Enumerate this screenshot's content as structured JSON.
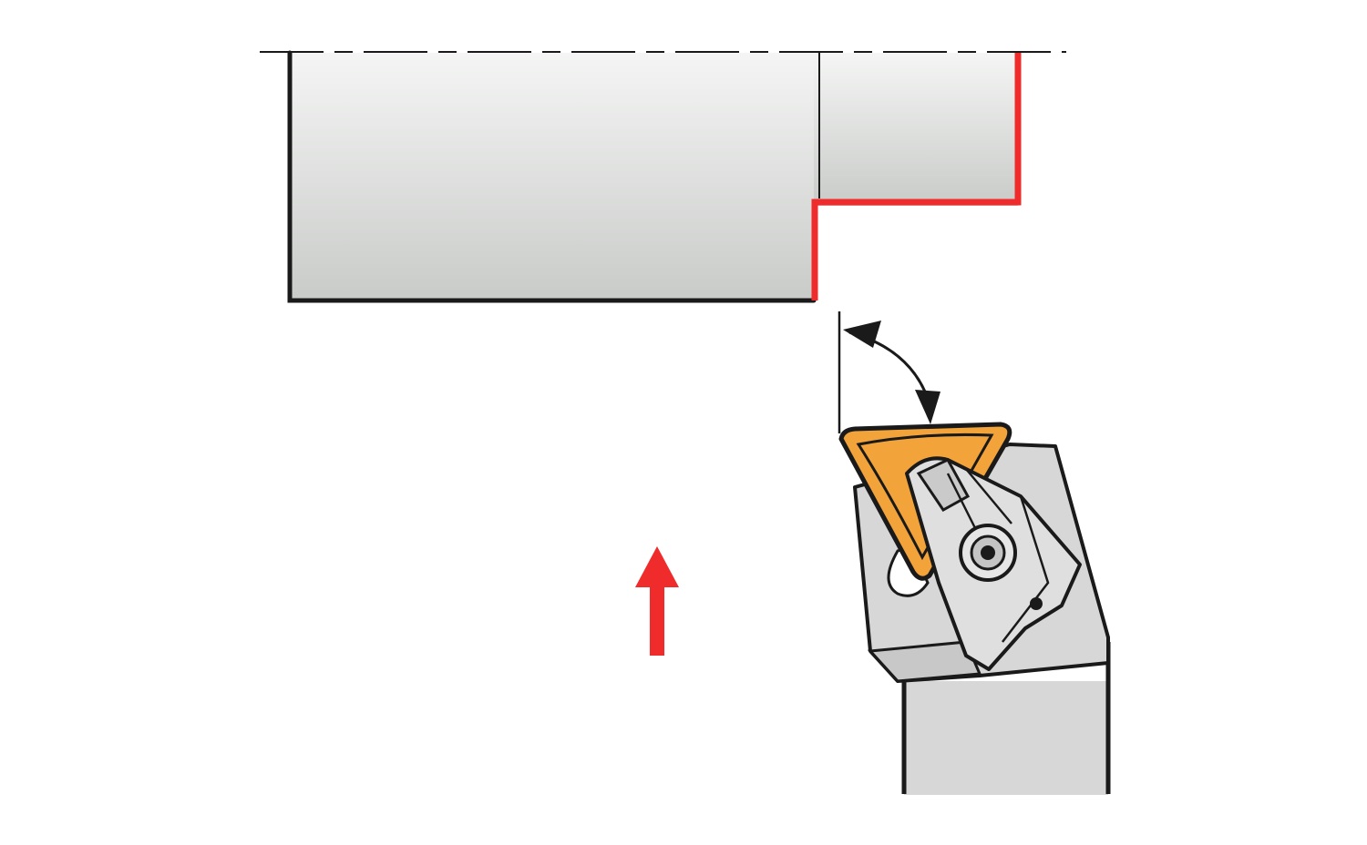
{
  "diagram": {
    "kind": "turning-tool-facing-operation",
    "elements": [
      "workpiece",
      "centerline",
      "machined-profile",
      "entering-angle-indicator",
      "feed-direction-arrow",
      "tool-holder",
      "cutting-insert",
      "clamp-screw"
    ],
    "colors": {
      "workpiece_fill_top": "#f4f5f4",
      "workpiece_fill_bottom": "#c9cbc9",
      "outline": "#1a1a1a",
      "machined_profile": "#ef2b2b",
      "feed_arrow": "#ef2b2b",
      "insert": "#f2a33a",
      "holder": "#d6d7d6",
      "holder_dark": "#b9bab9"
    },
    "feed_direction": "up"
  }
}
